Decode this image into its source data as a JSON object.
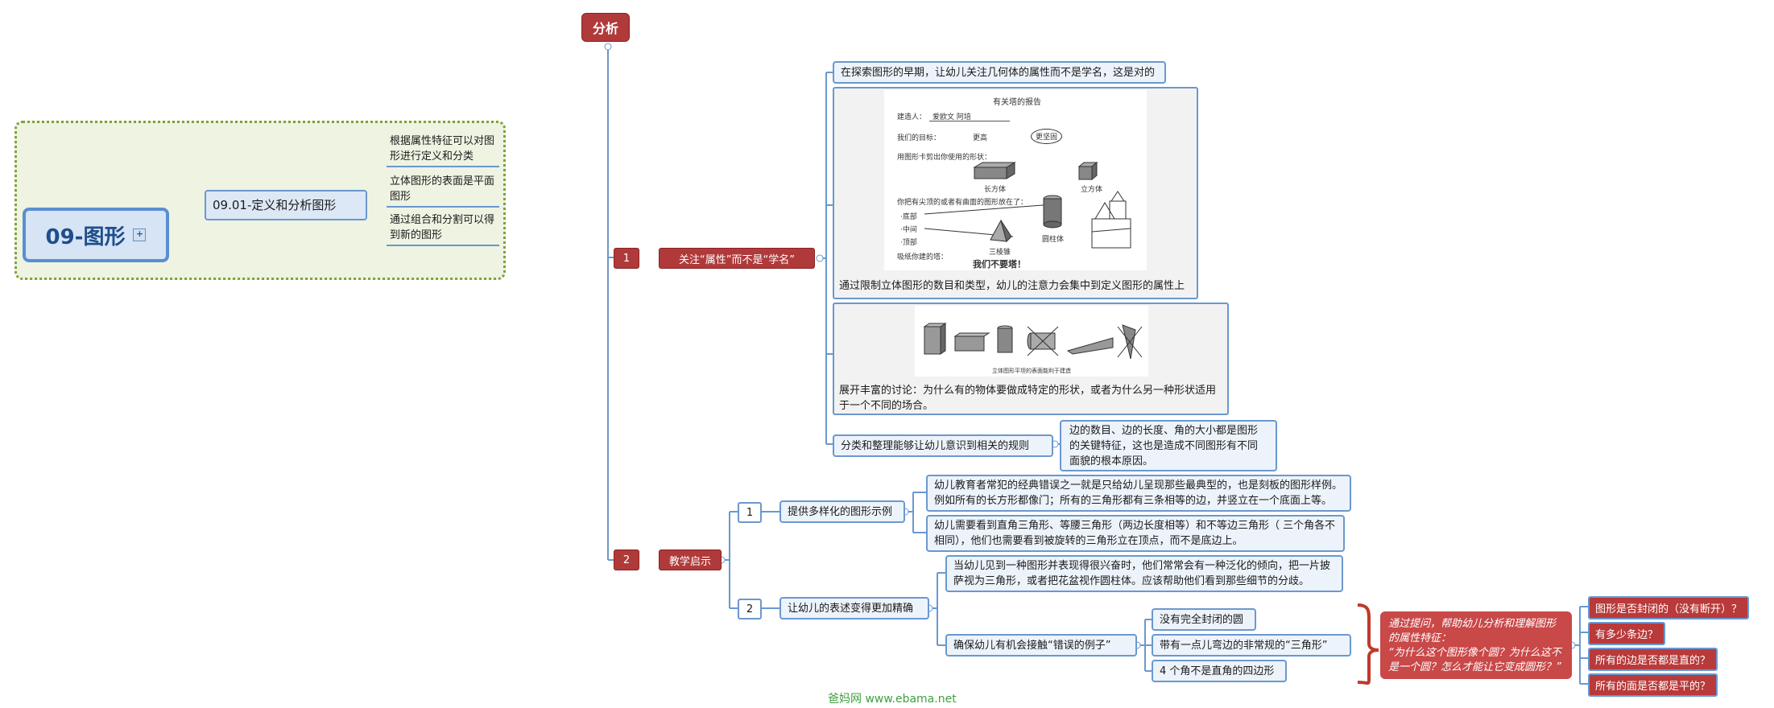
{
  "root": {
    "title": "09-图形",
    "toggle": "+"
  },
  "left": {
    "branch": "09.01-定义和分析图形",
    "leaves": [
      "根据属性特征可以对图形进行定义和分类",
      "立体图形的表面是平面图形",
      "通过组合和分割可以得到新的图形"
    ]
  },
  "analysis": {
    "title": "分析",
    "sec1": {
      "num": "1",
      "label": "关注“属性”而不是“学名”",
      "note1": "在探索图形的早期，让幼儿关注几何体的属性而不是学名，这是对的",
      "image1_caption": "通过限制立体图形的数目和类型，幼儿的注意力会集中到定义图形的属性上",
      "image2_caption": "展开丰富的讨论：为什么有的物体要做成特定的形状，或者为什么另一种形状适用于一个不同的场合。",
      "rule": "分类和整理能够让幼儿意识到相关的规则",
      "rule_detail": "边的数目、边的长度、角的大小都是图形的关键特征，这也是造成不同图形有不同面貌的根本原因。"
    },
    "sec2": {
      "num": "2",
      "label": "教学启示",
      "sub1": {
        "num": "1",
        "label": "提供多样化的图形示例",
        "items": [
          "幼儿教育者常犯的经典错误之一就是只给幼儿呈现那些最典型的，也是刻板的图形样例。例如所有的长方形都像门；所有的三角形都有三条相等的边，并竖立在一个底面上等。",
          "幼儿需要看到直角三角形、等腰三角形（两边长度相等）和不等边三角形（ 三个角各不相同），他们也需要看到被旋转的三角形立在顶点，而不是底边上。"
        ]
      },
      "sub2": {
        "num": "2",
        "label": "让幼儿的表述变得更加精确",
        "item1": "当幼儿见到一种图形并表现得很兴奋时，他们常常会有一种泛化的倾向，把一片披萨视为三角形，或者把花盆视作圆柱体。应该帮助他们看到那些细节的分歧。",
        "item2": "确保幼儿有机会接触“错误的例子”",
        "examples": [
          "没有完全封闭的圆",
          "带有一点儿弯边的非常规的“三角形”",
          "4 个角不是直角的四边形"
        ],
        "prompt": "通过提问，帮助幼儿分析和理解图形的属性特征：\n“为什么这个图形像个圆？为什么这不是一个圆？怎么才能让它变成圆形？”",
        "questions": [
          "图形是否封闭的（没有断开）？",
          "有多少条边？",
          "所有的边是否都是直的？",
          "所有的面是否都是平的？"
        ]
      }
    }
  },
  "worksheet": {
    "title": "有关塔的报告",
    "builder_label": "建造人：",
    "builder_names": "爱欧文  阿培",
    "goal_label": "我们的目标：",
    "goal_a": "更高",
    "goal_b": "更坚固",
    "shapes_label": "用图形卡剪出你使用的形状：",
    "shape1": "长方体",
    "shape2": "立方体",
    "placement_label": "你把有尖顶的或者有曲面的图形放在了：",
    "opt1": "·底部",
    "opt2": "·中间",
    "opt3": "·顶部",
    "shape3": "三棱锥",
    "shape4": "圆柱体",
    "tower_label": "吸纸你建的塔：",
    "sign": "我们不要塔！"
  },
  "solids_caption": "立体图形平坦的表面能利于建造",
  "watermark": "爸妈网 www.ebama.net",
  "colors": {
    "accent_red": "#b03a3a",
    "line_blue": "#6a98cf",
    "frame_green": "#7da23a",
    "bracket_red": "#c0392b"
  }
}
